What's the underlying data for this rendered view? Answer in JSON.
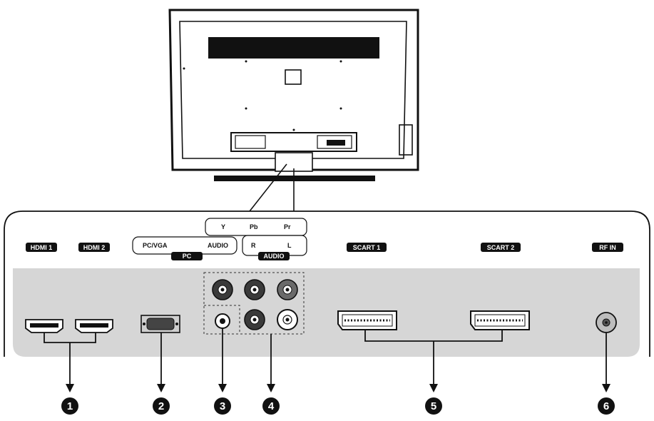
{
  "labels": {
    "hdmi1": "HDMI 1",
    "hdmi2": "HDMI 2",
    "pc_vga": "PC/VGA",
    "audio_pc": "AUDIO",
    "pc": "PC",
    "y": "Y",
    "pb": "Pb",
    "pr": "Pr",
    "r": "R",
    "l": "L",
    "audio_component": "AUDIO",
    "scart1": "SCART 1",
    "scart2": "SCART 2",
    "rf_in": "RF IN"
  },
  "callouts": [
    "1",
    "2",
    "3",
    "4",
    "5",
    "6"
  ],
  "colors": {
    "line": "#111111",
    "panel_fill": "#d6d6d6",
    "jack_dark": "#3a3a3a"
  }
}
